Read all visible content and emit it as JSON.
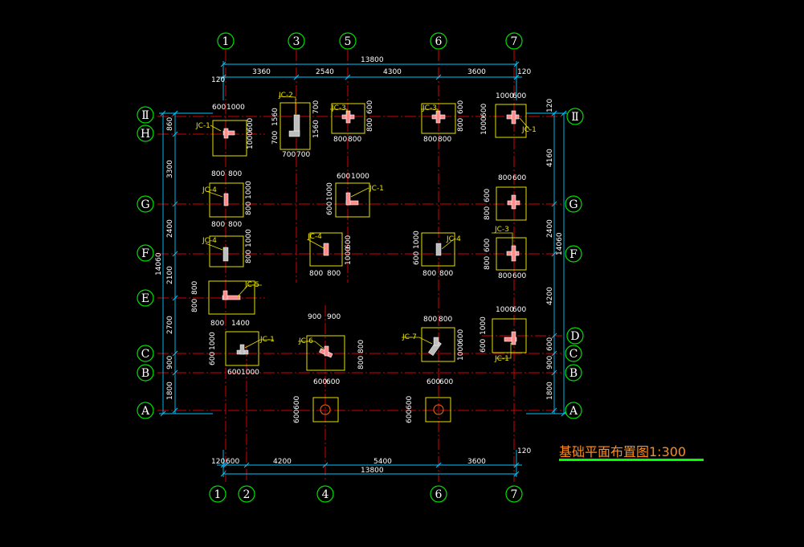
{
  "title": "基础平面布置图1:300",
  "colors": {
    "background": "#000000",
    "grid": "#d40000",
    "dimension": "#00c8ff",
    "axis_bubble": "#00e000",
    "footing": "#e8e000",
    "title": "#ff8c1a",
    "title_underline": "#00ff00"
  },
  "axes": {
    "top": [
      "1",
      "3",
      "5",
      "6",
      "7"
    ],
    "bottom": [
      "1",
      "2",
      "4",
      "6",
      "7"
    ],
    "left": [
      "Ⅱ",
      "H",
      "G",
      "F",
      "E",
      "C",
      "B",
      "A"
    ],
    "right": [
      "Ⅱ",
      "G",
      "F",
      "D",
      "C",
      "B",
      "A"
    ]
  },
  "dimensions": {
    "top_total": "13800",
    "top_segments": [
      "3360",
      "2540",
      "4300",
      "3600"
    ],
    "top_offsets": [
      "120",
      "120"
    ],
    "bottom_total": "13800",
    "bottom_segments": [
      "120",
      "600",
      "4200",
      "5400",
      "3600"
    ],
    "bottom_offset": "120",
    "right_top_offset": "120",
    "left_total": "14060",
    "left_segments": [
      "860",
      "3300",
      "2400",
      "2100",
      "2700",
      "900",
      "1800"
    ],
    "right_total": "14060",
    "right_segments": [
      "4160",
      "2400",
      "4200",
      "600",
      "900",
      "1800"
    ]
  },
  "footings": [
    {
      "label": "JC-1",
      "dims": [
        "600",
        "1000",
        "1000",
        "600"
      ]
    },
    {
      "label": "JC-2",
      "dims": [
        "1560",
        "700",
        "1560",
        "700",
        "700",
        "700"
      ]
    },
    {
      "label": "JC-3",
      "dims": [
        "800",
        "600",
        "800",
        "800"
      ]
    },
    {
      "label": "JC-3",
      "dims": [
        "800",
        "600",
        "800",
        "800"
      ]
    },
    {
      "label": "JC-1",
      "dims": [
        "1000",
        "600",
        "1000",
        "600"
      ]
    },
    {
      "label": "JC-4",
      "dims": [
        "800",
        "800",
        "800",
        "1000"
      ]
    },
    {
      "label": "JC-1",
      "dims": [
        "600",
        "1000",
        "600",
        "1000"
      ]
    },
    {
      "label": "",
      "dims": [
        "800",
        "600",
        "800",
        "600"
      ]
    },
    {
      "label": "JC-4",
      "dims": [
        "800",
        "800",
        "800",
        "1000"
      ]
    },
    {
      "label": "JC-4",
      "dims": [
        "1000",
        "600",
        "800",
        "800"
      ]
    },
    {
      "label": "JC-4",
      "dims": [
        "600",
        "1000",
        "800",
        "800"
      ]
    },
    {
      "label": "JC-3",
      "dims": [
        "800",
        "600",
        "800",
        "600"
      ]
    },
    {
      "label": "JC-5",
      "dims": [
        "800",
        "800"
      ]
    },
    {
      "label": "JC-1",
      "dims": [
        "800",
        "1400",
        "600",
        "1000",
        "600",
        "1000"
      ]
    },
    {
      "label": "JC-6",
      "dims": [
        "900",
        "900",
        "800",
        "800"
      ]
    },
    {
      "label": "JC-7",
      "dims": [
        "800",
        "800",
        "1000",
        "600"
      ]
    },
    {
      "label": "JC-1",
      "dims": [
        "1000",
        "600",
        "600",
        "1000"
      ]
    },
    {
      "label": "",
      "dims": [
        "600",
        "600",
        "600",
        "600"
      ]
    },
    {
      "label": "",
      "dims": [
        "600",
        "600",
        "600",
        "600"
      ]
    }
  ]
}
